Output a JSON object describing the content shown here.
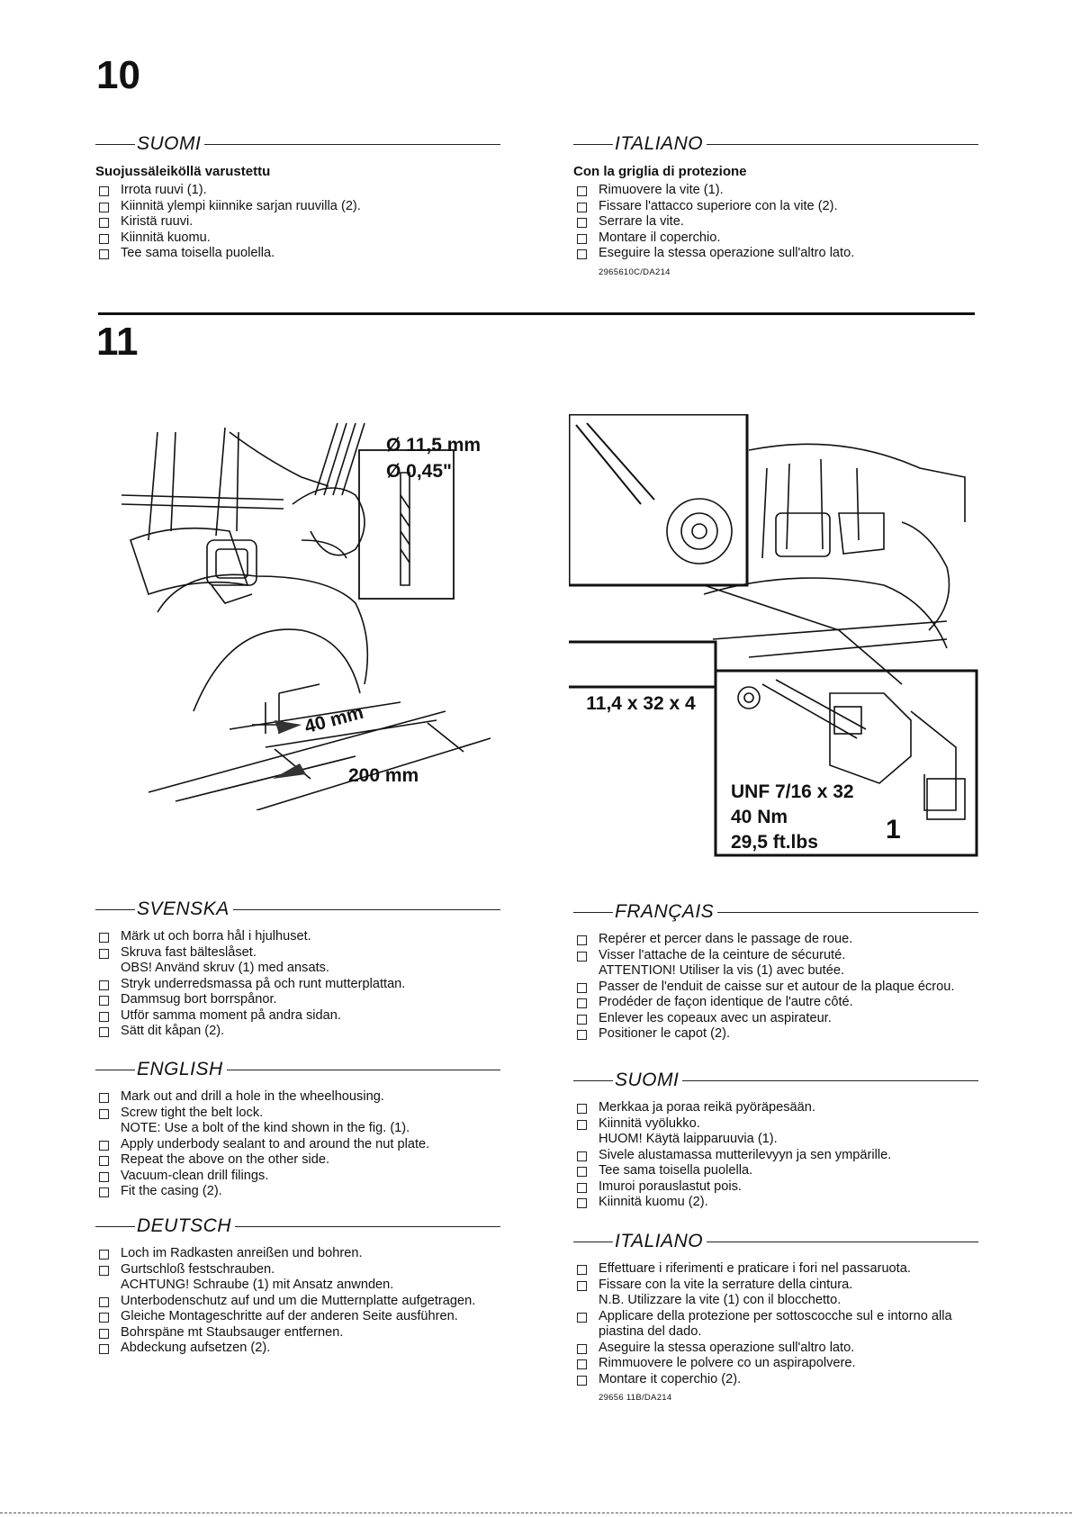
{
  "step10": {
    "number": "10",
    "left": {
      "language": "SUOMI",
      "subtitle": "Suojussäleiköllä varustettu",
      "steps": [
        "Irrota ruuvi (1).",
        "Kiinnitä ylempi kiinnike sarjan ruuvilla (2).",
        "Kiristä ruuvi.",
        "Kiinnitä kuomu.",
        "Tee sama toisella puolella."
      ]
    },
    "right": {
      "language": "ITALIANO",
      "subtitle": "Con la griglia di protezione",
      "steps": [
        "Rimuovere la vite (1).",
        "Fissare l'attacco superiore con la vite (2).",
        "Serrare la vite.",
        "Montare il coperchio.",
        "Eseguire la stessa operazione sull'altro lato."
      ],
      "ref": "2965610C/DA214"
    }
  },
  "step11": {
    "number": "11",
    "figure_left": {
      "drill_diameter_mm": "Ø 11,5 mm",
      "drill_diameter_in": "Ø 0,45\"",
      "dim_40": "40 mm",
      "dim_200": "200 mm"
    },
    "figure_right": {
      "bolt_spec": "11,4 x 32 x 4",
      "unf": "UNF 7/16 x 32",
      "torque_nm": "40 Nm",
      "torque_ft": "29,5 ft.lbs",
      "callout": "1"
    },
    "svenska": {
      "language": "SVENSKA",
      "steps": [
        "Märk ut och borra hål i hjulhuset.",
        "Skruva fast bälteslåset.",
        "Stryk underredsmassa på och runt mutterplattan.",
        "Dammsug bort borrspånor.",
        "Utför samma moment på andra sidan.",
        "Sätt dit kåpan (2)."
      ],
      "note": "OBS! Använd skruv (1) med ansats."
    },
    "english": {
      "language": "ENGLISH",
      "steps": [
        "Mark out and drill a hole in the wheelhousing.",
        "Screw tight the belt lock.",
        "Apply underbody sealant to and around the nut plate.",
        "Repeat the above on the other side.",
        "Vacuum-clean drill filings.",
        "Fit the casing (2)."
      ],
      "note": "NOTE: Use a bolt of the kind shown in the fig. (1)."
    },
    "deutsch": {
      "language": "DEUTSCH",
      "steps": [
        "Loch im Radkasten anreißen und bohren.",
        "Gurtschloß festschrauben.",
        "Unterbodenschutz auf und um die Mutternplatte aufgetragen.",
        "Gleiche Montageschritte auf der anderen Seite ausführen.",
        "Bohrspäne mt Staubsauger entfernen.",
        "Abdeckung aufsetzen (2)."
      ],
      "note": "ACHTUNG! Schraube (1) mit Ansatz anwnden."
    },
    "francais": {
      "language": "FRANÇAIS",
      "steps": [
        "Repérer et percer dans le passage de roue.",
        "Visser l'attache de la ceinture de sécuruté.",
        "Passer de l'enduit de caisse sur et autour de la plaque écrou.",
        "Prodéder de façon identique de l'autre côté.",
        "Enlever les copeaux avec un aspirateur.",
        "Positioner le capot (2)."
      ],
      "note": "ATTENTION! Utiliser la vis (1) avec butée."
    },
    "suomi": {
      "language": "SUOMI",
      "steps": [
        "Merkkaa ja poraa reikä pyöräpesään.",
        "Kiinnitä vyölukko.",
        "Sivele alustamassa mutterilevyyn ja sen ympärille.",
        "Tee sama toisella puolella.",
        "Imuroi porauslastut pois.",
        "Kiinnitä kuomu (2)."
      ],
      "note": "HUOM! Käytä laipparuuvia (1)."
    },
    "italiano": {
      "language": "ITALIANO",
      "steps": [
        "Effettuare i riferimenti e praticare i fori nel passaruota.",
        "Fissare con la vite la serrature della cintura.",
        "Applicare della protezione per sottoscocche sul e intorno alla piastina del dado.",
        "Aseguire la stessa operazione sull'altro lato.",
        "Rimmuovere le polvere co un aspirapolvere.",
        "Montare it coperchio (2)."
      ],
      "note": "N.B. Utilizzare la vite (1) con il blocchetto.",
      "ref": "29656 11B/DA214"
    }
  }
}
